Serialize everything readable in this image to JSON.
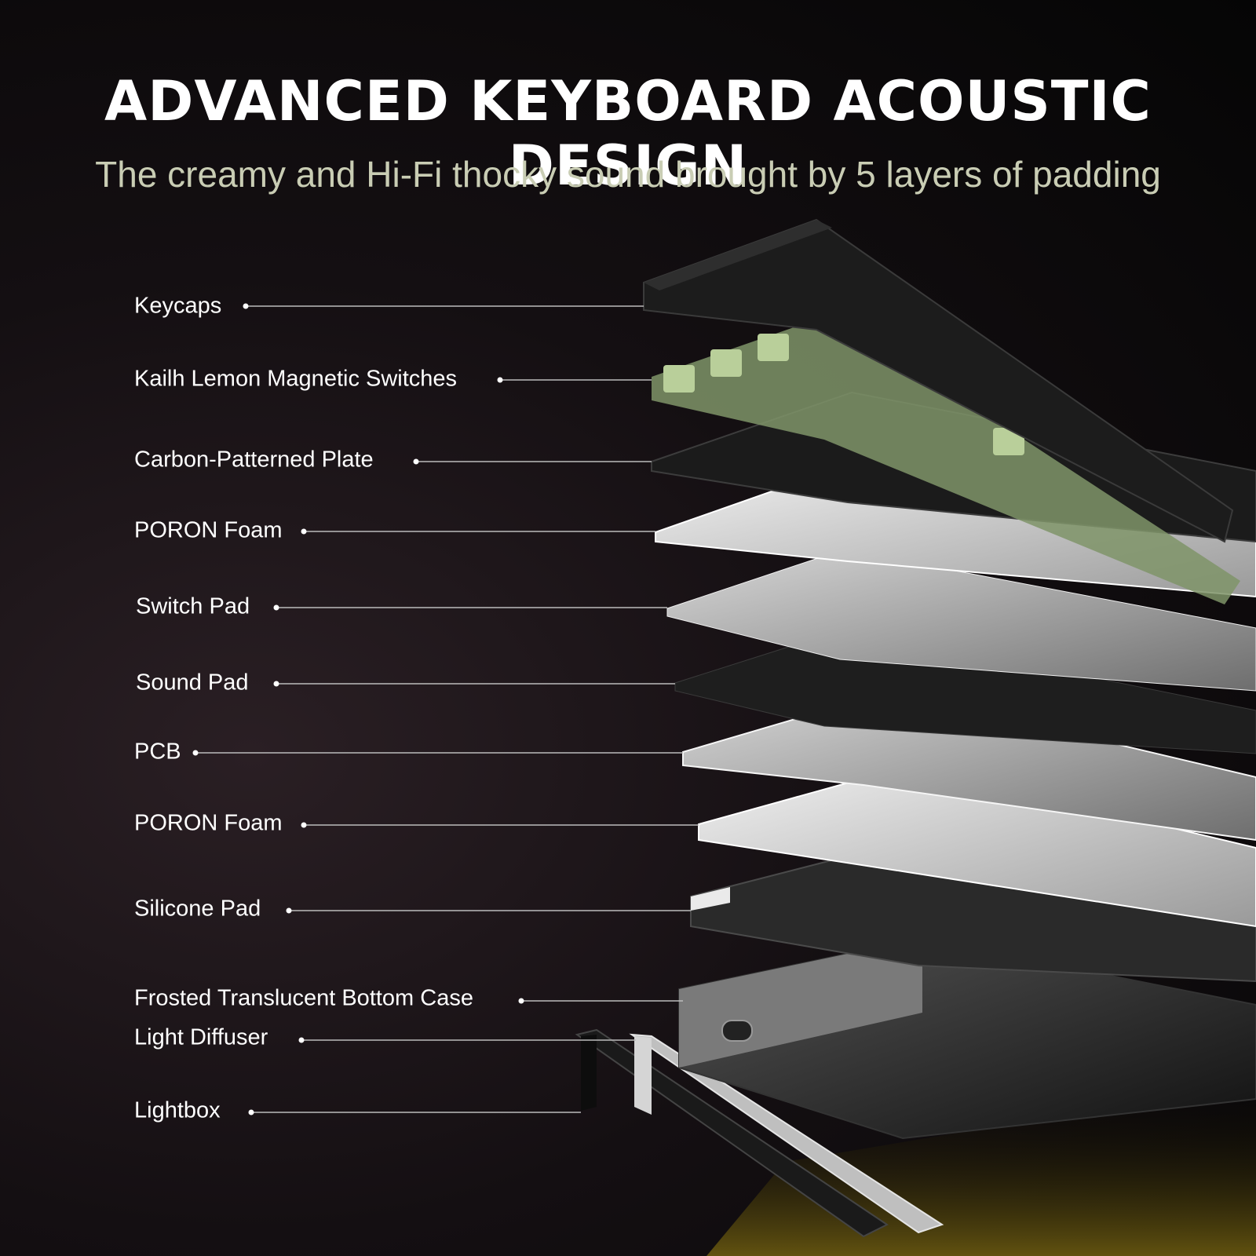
{
  "header": {
    "title": "ADVANCED KEYBOARD ACOUSTIC DESIGN",
    "subtitle": "The creamy and Hi-Fi thocky sound brought by 5 layers of padding"
  },
  "layers": [
    {
      "label": "Keycaps"
    },
    {
      "label": "Kailh Lemon Magnetic Switches"
    },
    {
      "label": "Carbon-Patterned Plate"
    },
    {
      "label": "PORON Foam"
    },
    {
      "label": "Switch Pad"
    },
    {
      "label": "Sound Pad"
    },
    {
      "label": "PCB"
    },
    {
      "label": "PORON Foam"
    },
    {
      "label": "Silicone Pad"
    },
    {
      "label": "Frosted Translucent Bottom Case"
    },
    {
      "label": "Light Diffuser"
    },
    {
      "label": "Lightbox"
    }
  ],
  "colors": {
    "switch_green": "#b9cf9a",
    "keycap_black": "#1c1c1c",
    "foam_white": "#e8e8e8",
    "lightbox_yellow": "#6b5a10"
  }
}
